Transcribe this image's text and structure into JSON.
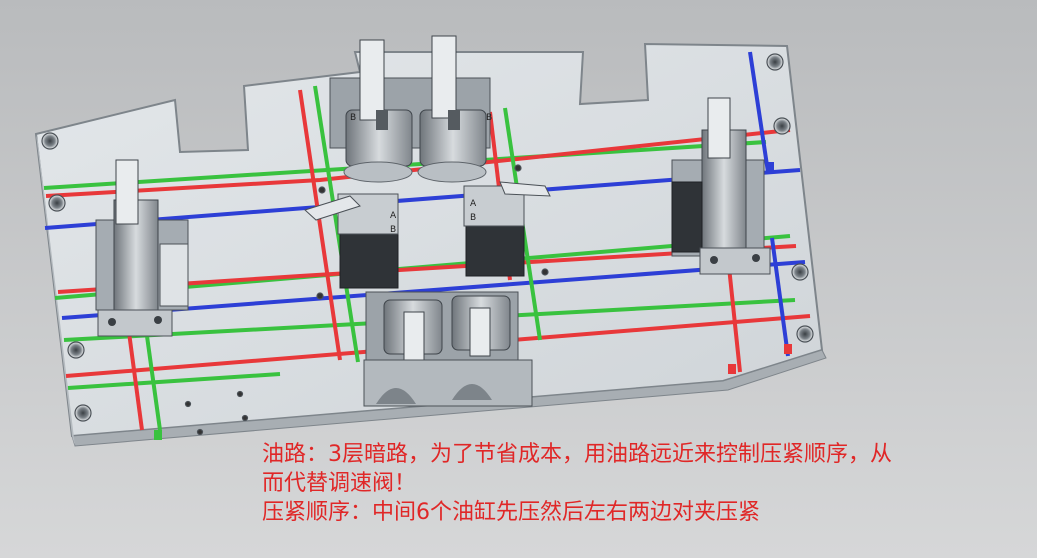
{
  "caption": {
    "line1": "油路：3层暗路，为了节省成本，用油路远近来控制压紧顺序，从",
    "line2": "而代替调速阀！",
    "line3": "压紧顺序：中间6个油缸先压然后左右两边对夹压紧"
  },
  "colors": {
    "background": "#c9cbcd",
    "plate": "#d9dee2",
    "plate_edge": "#8a9096",
    "oil_red": "#e8383a",
    "oil_green": "#39c23f",
    "oil_blue": "#2d3fd6",
    "caption_text": "#e02727"
  },
  "icons": {
    "clamp_cylinder": "clamp-cylinder-icon",
    "locating_bolt": "bolt-hole-icon"
  },
  "cylinder_labels": {
    "port_a": "A",
    "port_b": "B"
  }
}
